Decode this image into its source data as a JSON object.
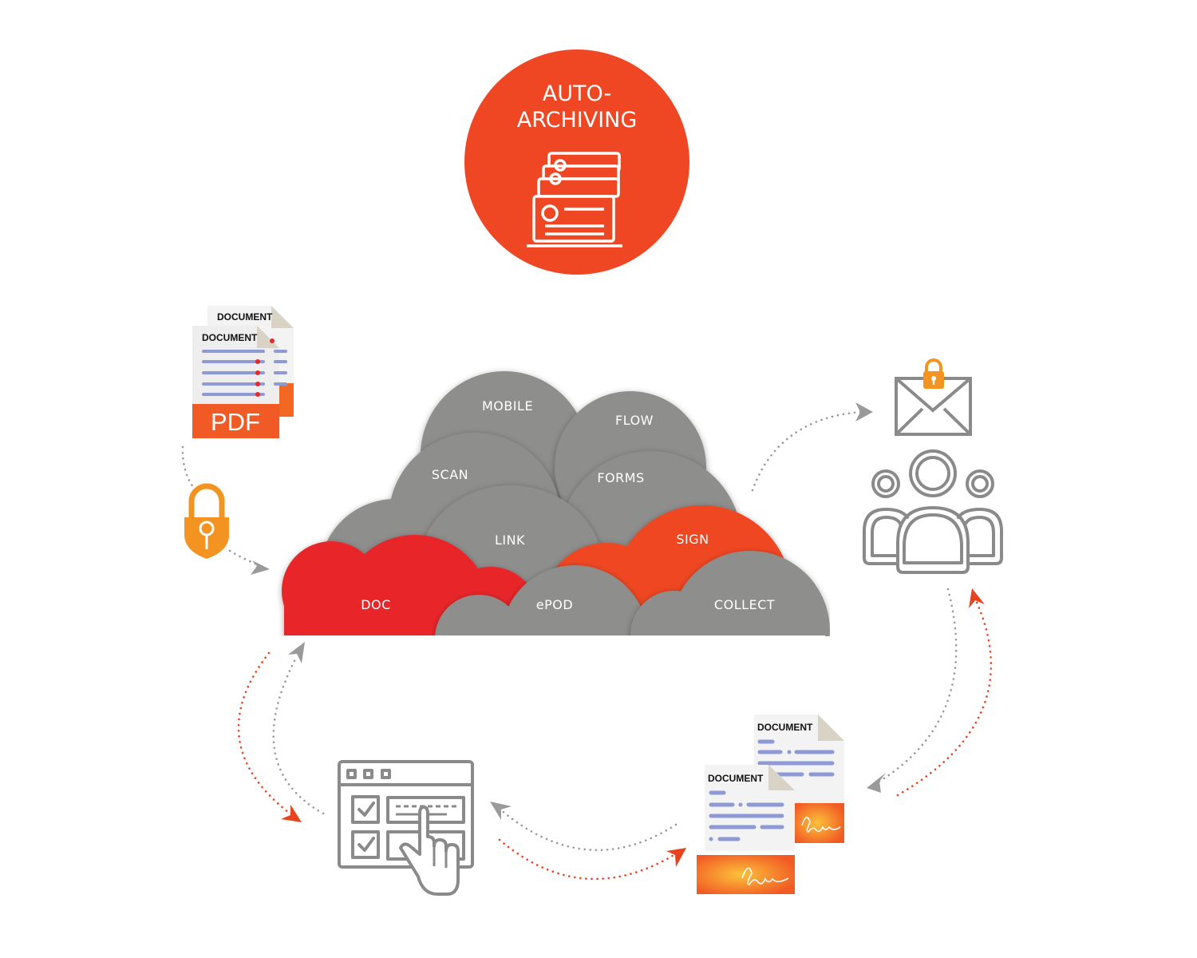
{
  "archive": {
    "line1": "AUTO-",
    "line2": "ARCHIVING"
  },
  "cloud": {
    "mobile": "MOBILE",
    "flow": "FLOW",
    "scan": "SCAN",
    "forms": "FORMS",
    "link": "LINK",
    "sign": "SIGN",
    "doc": "DOC",
    "epod": "ePOD",
    "collect": "COLLECT"
  },
  "pdf_stack": {
    "doc_back": "DOCUMENT",
    "doc_front": "DOCUMENT",
    "pdf": "PDF"
  },
  "signed_docs": {
    "doc_back": "DOCUMENT",
    "doc_front": "DOCUMENT"
  },
  "colors": {
    "orange_red": "#ef4723",
    "red": "#e8262b",
    "grey": "#8e8e8d",
    "outline_grey": "#8a8a8a",
    "lock_orange": "#f39321",
    "doc_line_blue": "#8d9ad3"
  },
  "icons": [
    "archive-box-icon",
    "pdf-document-icon",
    "padlock-icon",
    "secure-mail-icon",
    "people-group-icon",
    "web-form-click-icon",
    "signed-document-icon"
  ]
}
